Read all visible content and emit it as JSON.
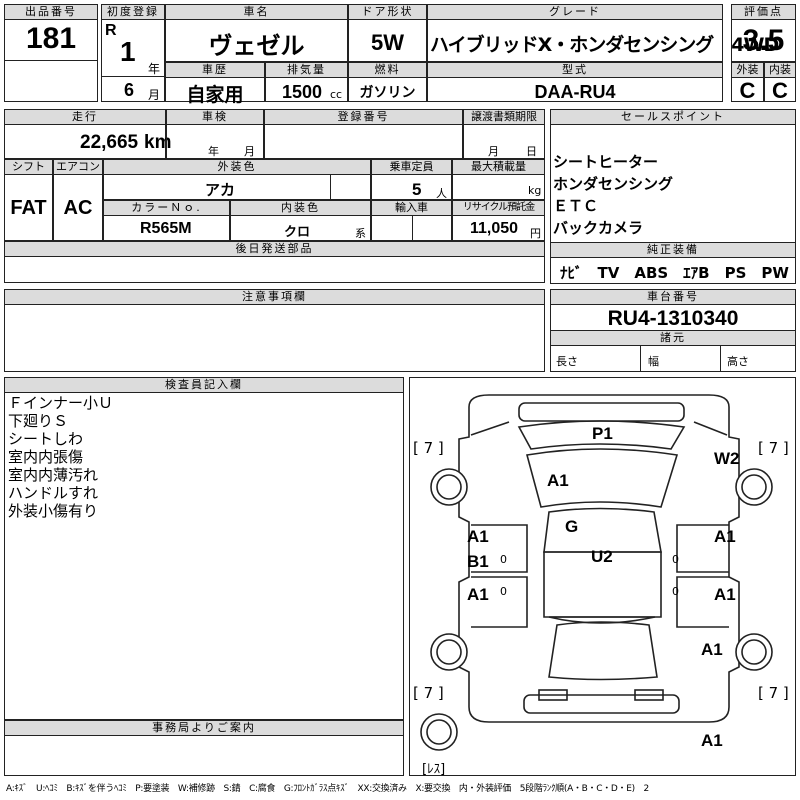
{
  "header": {
    "lot_label": "出品番号",
    "lot_value": "181",
    "first_reg_label": "初度登録",
    "era": "R",
    "year_value": "1",
    "year_unit": "年",
    "month_value": "6",
    "month_unit": "月",
    "car_name_label": "車名",
    "car_name_value": "ヴェゼル",
    "door_label": "ドア形状",
    "door_value": "5W",
    "grade_label": "グレード",
    "grade_value": "ハイブリッドX・ホンダセンシング　4WD",
    "score_label": "評価点",
    "score_value": "3.5",
    "history_label": "車歴",
    "history_value": "自家用",
    "displacement_label": "排気量",
    "displacement_value": "1500",
    "displacement_unit": "cc",
    "fuel_label": "燃料",
    "fuel_value": "ガソリン",
    "model_label": "型式",
    "model_value": "DAA-RU4",
    "exterior_label": "外装",
    "exterior_value": "C",
    "interior_label": "内装",
    "interior_value": "C"
  },
  "row2": {
    "mileage_label": "走行",
    "mileage_value": "22,665",
    "mileage_unit": "km",
    "inspection_label": "車検",
    "inspection_year": "年",
    "inspection_month": "月",
    "reg_no_label": "登録番号",
    "transfer_label": "譲渡書類期限",
    "transfer_month": "月",
    "transfer_day": "日",
    "sales_label": "セールスポイント",
    "sales_items": [
      "シートヒーター",
      "ホンダセンシング",
      "ＥＴＣ",
      "バックカメラ"
    ]
  },
  "row3": {
    "shift_label": "シフト",
    "shift_value": "FAT",
    "ac_label": "エアコン",
    "ac_value": "AC",
    "color_label": "外装色",
    "color_value": "アカ",
    "capacity_label": "乗車定員",
    "capacity_value": "5",
    "capacity_unit": "人",
    "load_label": "最大積載量",
    "load_unit": "kg",
    "color_no_label": "カラーＮｏ.",
    "color_no_value": "R565M",
    "int_color_label": "内装色",
    "int_color_value": "クロ",
    "int_color_unit": "系",
    "import_label": "輸入車",
    "recycle_label": "リサイクル預託金",
    "recycle_value": "11,050",
    "recycle_unit": "円"
  },
  "later_label": "後日発送部品",
  "equip_label": "純正装備",
  "equip_value": "ﾅﾋﾞ　TV　ABS　ｴｱB　PS　PW",
  "notice_label": "注意事項欄",
  "chassis_label": "車台番号",
  "chassis_value": "RU4-1310340",
  "specs_label": "諸元",
  "len_label": "長さ",
  "width_label": "幅",
  "height_label": "高さ",
  "inspector_label": "検査員記入欄",
  "inspector_notes": [
    "Ｆインナー小Ｕ",
    "下廻りＳ",
    "シートしわ",
    "室内内張傷",
    "室内内薄汚れ",
    "ハンドルすれ",
    "外装小傷有り"
  ],
  "office_label": "事務局よりご案内",
  "diagram": {
    "tire_marks": [
      "[ 7 ]",
      "[ 7 ]",
      "[ 7 ]",
      "[ 7 ]"
    ],
    "rest_label": "[ﾚｽ]",
    "damage_marks": {
      "p1": "P1",
      "w2": "W2",
      "a1_hood": "A1",
      "g": "G",
      "u2": "U2",
      "a1_ld": "A1",
      "b1_ld": "B1",
      "a1_lr": "A1",
      "a1_rd": "A1",
      "a1_rr": "A1",
      "a1_rq": "A1",
      "a1_rb": "A1"
    },
    "zero_marks": [
      "0",
      "0",
      "0",
      "0"
    ]
  },
  "footer": {
    "legend": "A:ｷｽﾞ　U:ﾍｺﾐ　B:ｷｽﾞを伴うﾍｺﾐ　P:要塗装　W:補修跡　S:錆　C:腐食　G:ﾌﾛﾝﾄｶﾞﾗｽ点ｷｽﾞ　XX:交換済み　X:要交換　内・外装評価　5段階ﾗﾝｸ順(A・B・C・D・E)　2"
  }
}
